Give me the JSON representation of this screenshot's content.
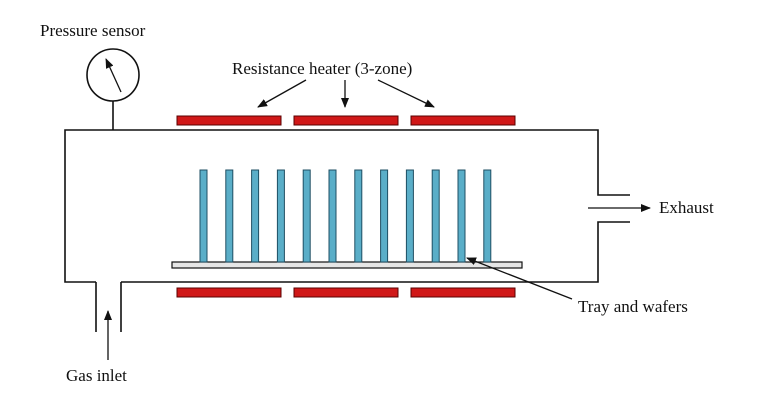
{
  "labels": {
    "pressure_sensor": "Pressure sensor",
    "resistance_heater": "Resistance heater (3-zone)",
    "exhaust": "Exhaust",
    "tray_and_wafers": "Tray and wafers",
    "gas_inlet": "Gas inlet"
  },
  "components": {
    "heater_zones": 3,
    "wafer_count": 12
  },
  "colors": {
    "heater_fill": "#d01818",
    "heater_stroke": "#5a0000",
    "wafer_fill": "#5aaec8",
    "wafer_stroke": "#1f4f63",
    "tray_fill": "#e6e6e6",
    "line": "#111111"
  }
}
